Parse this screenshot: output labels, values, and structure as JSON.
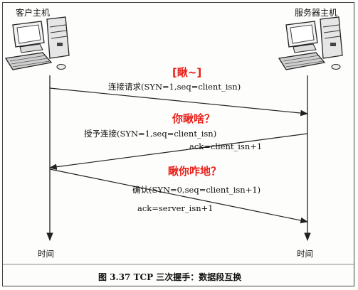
{
  "hosts": {
    "client": "客户主机",
    "server": "服务器主机"
  },
  "time_labels": {
    "client": "时间",
    "server": "时间"
  },
  "annotations": [
    "[瞅~]",
    "你瞅啥？",
    "瞅你咋地？"
  ],
  "messages": [
    {
      "direction": "client-to-server",
      "label": "连接请求(SYN=1,seq=client_isn)"
    },
    {
      "direction": "server-to-client",
      "label": "授予连接(SYN=1,seq=client_isn)",
      "extra": "ack=client_isn+1"
    },
    {
      "direction": "client-to-server",
      "label": "确认(SYN=0,seq=client_isn+1)",
      "extra": "ack=server_isn+1"
    }
  ],
  "caption": "图 3.37    TCP 三次握手：数据段互换",
  "colors": {
    "annotation": "#e8201a",
    "line": "#222222"
  },
  "icons": {
    "client": "computer-icon",
    "server": "computer-icon"
  }
}
